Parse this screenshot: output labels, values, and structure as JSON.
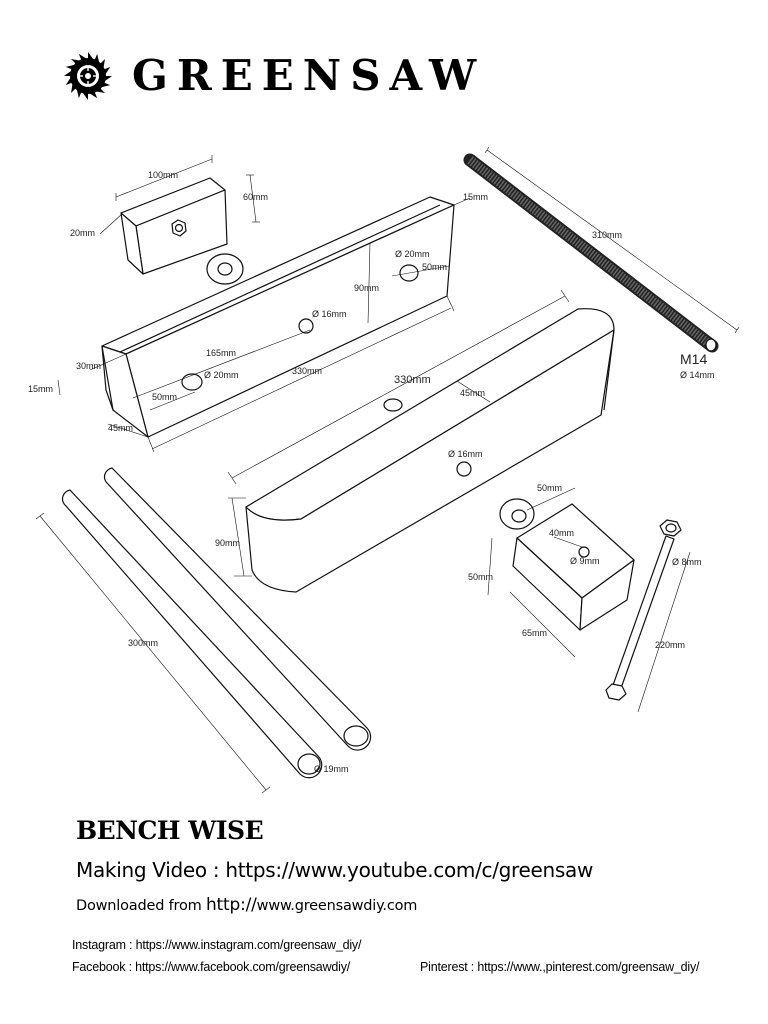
{
  "header": {
    "brand": "GREENSAW",
    "logo_icon": "circular-saw-blade-icon"
  },
  "drawing": {
    "dimensions": {
      "block_w": "100mm",
      "block_h": "60mm",
      "block_d": "20mm",
      "jaw_end": "15mm",
      "jaw_hole_big": "Ø 20mm",
      "jaw_50": "50mm",
      "jaw_90": "90mm",
      "jaw_hole_mid": "Ø 16mm",
      "jaw_165": "165mm",
      "jaw_30": "30mm",
      "jaw_15": "15mm",
      "jaw_hole_left": "Ø 20mm",
      "jaw_330": "330mm",
      "jaw_50b": "50mm",
      "jaw_45": "45mm",
      "rod_len": "310mm",
      "rod_thread": "M14",
      "rod_dia": "Ø 14mm",
      "base_330": "330mm",
      "base_45": "45mm",
      "base_hole": "Ø 16mm",
      "base_90": "90mm",
      "dowel_len": "300mm",
      "dowel_dia": "Ø 19mm",
      "cube_50top": "50mm",
      "cube_40": "40mm",
      "cube_hole": "Ø 9mm",
      "cube_50side": "50mm",
      "cube_65": "65mm",
      "bolt_dia": "Ø 8mm",
      "bolt_len": "220mm"
    }
  },
  "footer": {
    "title": "BENCH WISE",
    "video": "Making Video : https://www.youtube.com/c/greensaw",
    "download_prefix": "Downloaded from ",
    "download_http": "http://",
    "download_site": "www.greensawdiy.com",
    "instagram_label": "Instagram",
    "instagram_url": " : https://www.instagram.com/greensaw_diy/",
    "facebook_label": "Facebook",
    "facebook_url": " : https://www.facebook.com/greensawdiy/",
    "pinterest_label": "Pinterest",
    "pinterest_url": " : https://www.,pinterest.com/greensaw_diy/"
  }
}
